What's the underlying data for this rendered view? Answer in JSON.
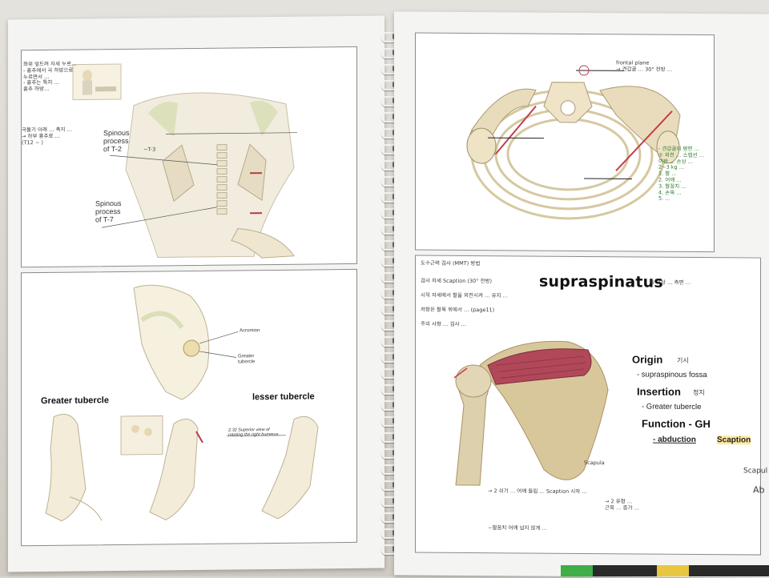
{
  "left_page": {
    "top_panel": {
      "spinous_t2_label": "Spinous\nprocess\nof T-2",
      "spinous_t2_handwritten": "~T-3",
      "spinous_t7_label": "Spinous\nprocess\nof T-7",
      "handwritten_left": "좌위 엎드려 자세 누르… \n- 흉추에서 극 하방으로\n  누르면서 … \n- 흉추는 특히 …\n  흉추 하방…",
      "handwritten_left_2": "극돌기 아래 … 촉지 …\n→ 하부 흉추로 …\n(T12 ~ )"
    },
    "bottom_panel": {
      "acromion_label": "Acromion",
      "greater_tubercle_small_label": "Greater\ntubercle",
      "greater_tubercle_heading": "Greater tubercle",
      "lesser_tubercle_heading": "lesser tubercle",
      "figure_caption": "2.32 Superior view of\nrotating the right humerus"
    }
  },
  "right_page": {
    "top_panel": {
      "handwritten_top": "frontal plane\n→ 견갑골 … 30° 전방 …",
      "handwritten_green": "- 견갑골의 평면 …\n① 외전 … 스캡션 …\n이완 … 손상 …\n 2~3 kg …\n1. 팔 …\n2. 어깨 …\n3. 팔꿈치 …\n4. 손목 …\n5. …"
    },
    "bottom_panel": {
      "title": "supraspinatus",
      "origin_label": "Origin",
      "origin_hand": "기시",
      "origin_value": "- supraspinous fossa",
      "insertion_label": "Insertion",
      "insertion_hand": "정지",
      "insertion_value": "- Greater tubercle",
      "function_label": "Function - GH",
      "function_abduction": "- abduction",
      "function_scaption": "Scaption",
      "handwritten_mmt": "도수근력 검사 (MMT) 방법",
      "handwritten_line2": "검사 자세 Scaption (30° 전방)",
      "handwritten_line3": "시작 자세에서 팔을 외전시켜 … 유지 …",
      "handwritten_line4": "저항은 팔목 위에서 … (page11)",
      "handwritten_line5": "주의 사항 … 검사 …",
      "handwritten_bottom1": "축 보상 … 측면 …",
      "handwritten_bottom2": "→ 2 쉬기 … 어깨 들림 … Scaption 시작 …",
      "handwritten_bottom3": "~팔꿈치 어깨 넘지 않게 …",
      "handwritten_side": "→ 2 유형 …\n근육 … 증가 …",
      "handwritten_scapula": "Scapula",
      "edge_text_1": "Scapul",
      "edge_text_2": "Ab"
    }
  },
  "colors": {
    "paper": "#f4f4f2",
    "panel_bg": "#ffffff",
    "ink_green": "#2c7a2c",
    "highlight": "#ffd650",
    "bone": "#e7d8b4",
    "muscle": "#b0485a"
  }
}
